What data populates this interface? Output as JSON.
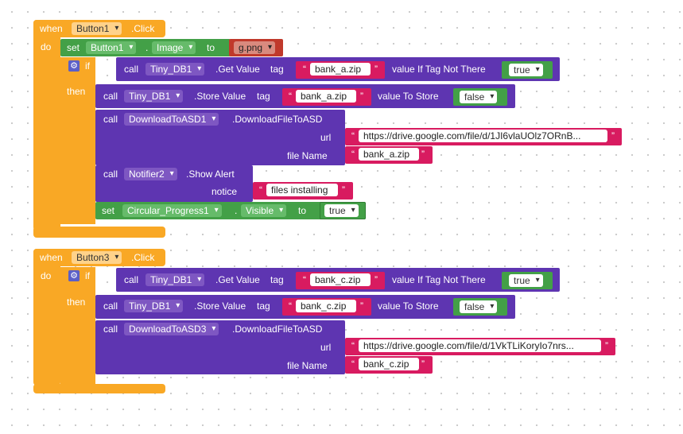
{
  "event1": {
    "when": "when",
    "component": "Button1",
    "event": ".Click",
    "do": "do",
    "set_block": {
      "set": "set",
      "component": "Button1",
      "dot": ".",
      "property": "Image",
      "to": "to",
      "value": "g.png"
    },
    "if_block": {
      "if": "if",
      "then": "then",
      "cond": {
        "call": "call",
        "component": "Tiny_DB1",
        "method": ".Get Value",
        "tag_label": "tag",
        "tag": "bank_a.zip",
        "fallback_label": "value If Tag Not There",
        "fallback": "true"
      },
      "store": {
        "call": "call",
        "component": "Tiny_DB1",
        "method": ".Store Value",
        "tag_label": "tag",
        "tag": "bank_a.zip",
        "store_label": "value To Store",
        "value": "false"
      },
      "download": {
        "call": "call",
        "component": "DownloadToASD1",
        "method": ".DownloadFileToASD",
        "url_label": "url",
        "url": "https://drive.google.com/file/d/1JI6vlaUOlz7ORnB...",
        "file_label": "file Name",
        "file": "bank_a.zip"
      },
      "alert": {
        "call": "call",
        "component": "Notifier2",
        "method": ".Show Alert",
        "notice_label": "notice",
        "notice": "files installing"
      },
      "visible": {
        "set": "set",
        "component": "Circular_Progress1",
        "dot": ".",
        "property": "Visible",
        "to": "to",
        "value": "true"
      }
    }
  },
  "event2": {
    "when": "when",
    "component": "Button3",
    "event": ".Click",
    "do": "do",
    "if_block": {
      "if": "if",
      "then": "then",
      "cond": {
        "call": "call",
        "component": "Tiny_DB1",
        "method": ".Get Value",
        "tag_label": "tag",
        "tag": "bank_c.zip",
        "fallback_label": "value If Tag Not There",
        "fallback": "true"
      },
      "store": {
        "call": "call",
        "component": "Tiny_DB1",
        "method": ".Store Value",
        "tag_label": "tag",
        "tag": "bank_c.zip",
        "store_label": "value To Store",
        "value": "false"
      },
      "download": {
        "call": "call",
        "component": "DownloadToASD3",
        "method": ".DownloadFileToASD",
        "url_label": "url",
        "url": "https://drive.google.com/file/d/1VkTLiKoryIo7nrs...",
        "file_label": "file Name",
        "file": "bank_c.zip"
      }
    }
  },
  "colors": {
    "event": "#f9a825",
    "procedure": "#5e35b1",
    "setter": "#43a047",
    "logic": "#43a047",
    "text": "#d81b60",
    "image_value": "#c0392b"
  },
  "icons": {
    "mutator": "gear-icon"
  }
}
